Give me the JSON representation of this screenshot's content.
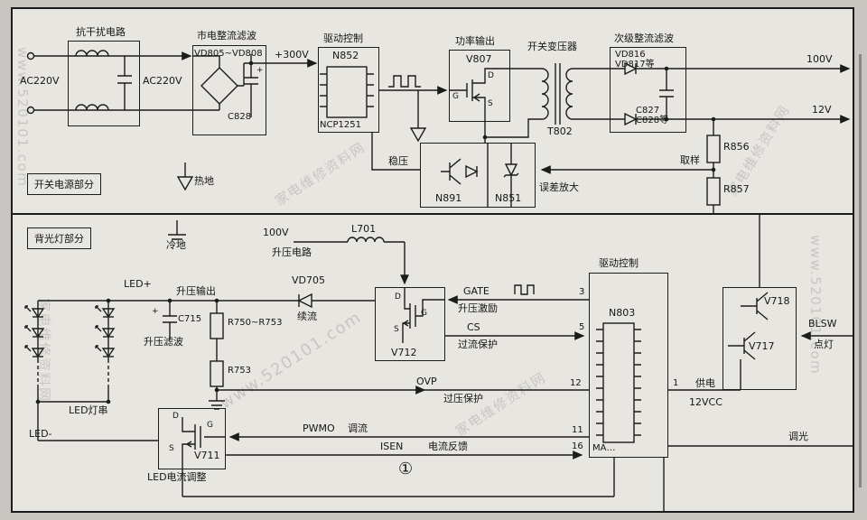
{
  "colors": {
    "ink": "#1c1c1c",
    "paper": "#e8e6e1",
    "watermark": "#9b9b9b"
  },
  "watermark": {
    "site": "www.520101.com",
    "name": "家电维修资料网"
  },
  "sym": {
    "d": "D",
    "g": "G",
    "s": "S",
    "plus": "+"
  },
  "power": {
    "section_label": "开关电源部分",
    "ac_input": "AC220V",
    "ac_filtered": "AC220V",
    "emi_title": "抗干扰电路",
    "rectifier_title": "市电整流滤波",
    "rectifier_diodes": "VD805~VD808",
    "rectifier_cap": "C828",
    "bus_voltage": "+300V",
    "drive_title": "驱动控制",
    "drive_ref": "N852",
    "drive_ic": "NCP1251",
    "output_title": "功率输出",
    "output_ref": "V807",
    "transformer_title": "开关变压器",
    "transformer_ref": "T802",
    "secondary_title": "次级整流滤波",
    "secondary_diode1": "VD816",
    "secondary_diode2": "VD817等",
    "secondary_cap1": "C827",
    "secondary_cap2": "C828等",
    "rail_100v": "100V",
    "rail_12v": "12V",
    "r856": "R856",
    "r857": "R857",
    "sampling": "取样",
    "regulator": "稳压",
    "n891": "N891",
    "n851": "N851",
    "error_amp": "误差放大",
    "hot_ground": "热地"
  },
  "backlight": {
    "section_label": "背光灯部分",
    "cold_ground": "冷地",
    "input_100v": "100V",
    "l701": "L701",
    "boost_circuit": "升压电路",
    "led_plus": "LED+",
    "boost_output": "升压输出",
    "vd705": "VD705",
    "freewheel": "续流",
    "c715": "C715",
    "boost_filter": "升压滤波",
    "r750_753": "R750~R753",
    "r753": "R753",
    "v712": "V712",
    "gate": "GATE",
    "gate_desc": "升压激励",
    "pin3": "3",
    "cs": "CS",
    "cs_desc": "过流保护",
    "pin5": "5",
    "ovp": "OVP",
    "ovp_desc": "过压保护",
    "pin12": "12",
    "drive_title": "驱动控制",
    "drive_ref": "N803",
    "drive_part": "MA…",
    "pin1": "1",
    "supply": "供电",
    "supply_rail": "12VCC",
    "v718": "V718",
    "v717": "V717",
    "blsw": "BLSW",
    "blsw_desc": "点灯",
    "pwmo": "PWMO",
    "pwmo_desc": "调流",
    "pin11": "11",
    "isen": "ISEN",
    "isen_desc": "电流反馈",
    "pin16": "16",
    "led_string": "LED灯串",
    "led_minus": "LED-",
    "v711": "V711",
    "v711_desc": "LED电流调整",
    "dimming": "调光",
    "figure_mark": "①"
  }
}
